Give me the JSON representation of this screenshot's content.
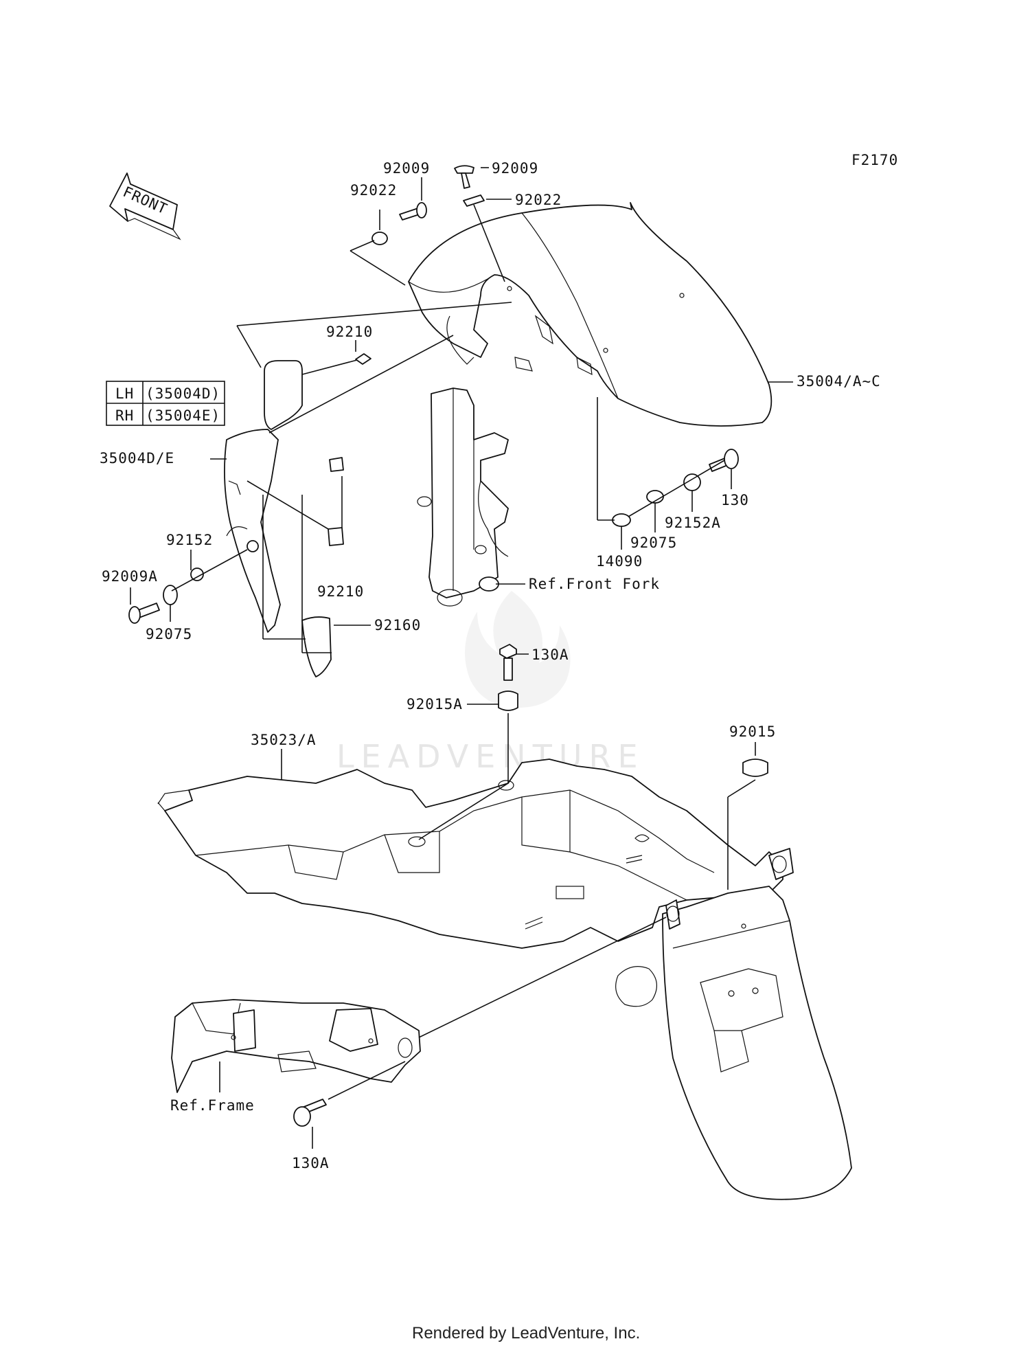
{
  "diagram_code": "F2170",
  "front_badge": "FRONT",
  "watermark": "LEADVENTURE",
  "footer": "Rendered by LeadVenture, Inc.",
  "variant_table": [
    {
      "side": "LH",
      "part": "(35004D)"
    },
    {
      "side": "RH",
      "part": "(35004E)"
    }
  ],
  "callouts": {
    "c92009_left": "92009",
    "c92009_right": "92009",
    "c92022_left": "92022",
    "c92022_right": "92022",
    "c92210_top": "92210",
    "c35004_ac": "35004/A~C",
    "c35004de": "35004D/E",
    "c130": "130",
    "c92152a": "92152A",
    "c92075_right": "92075",
    "c14090": "14090",
    "c92152": "92152",
    "c92009a": "92009A",
    "c92075_left": "92075",
    "c92210_bottom": "92210",
    "c92160": "92160",
    "ref_front_fork": "Ref.Front Fork",
    "c130a_top": "130A",
    "c92015a": "92015A",
    "c35023a": "35023/A",
    "c92015": "92015",
    "ref_frame": "Ref.Frame",
    "c130a_bottom": "130A"
  }
}
